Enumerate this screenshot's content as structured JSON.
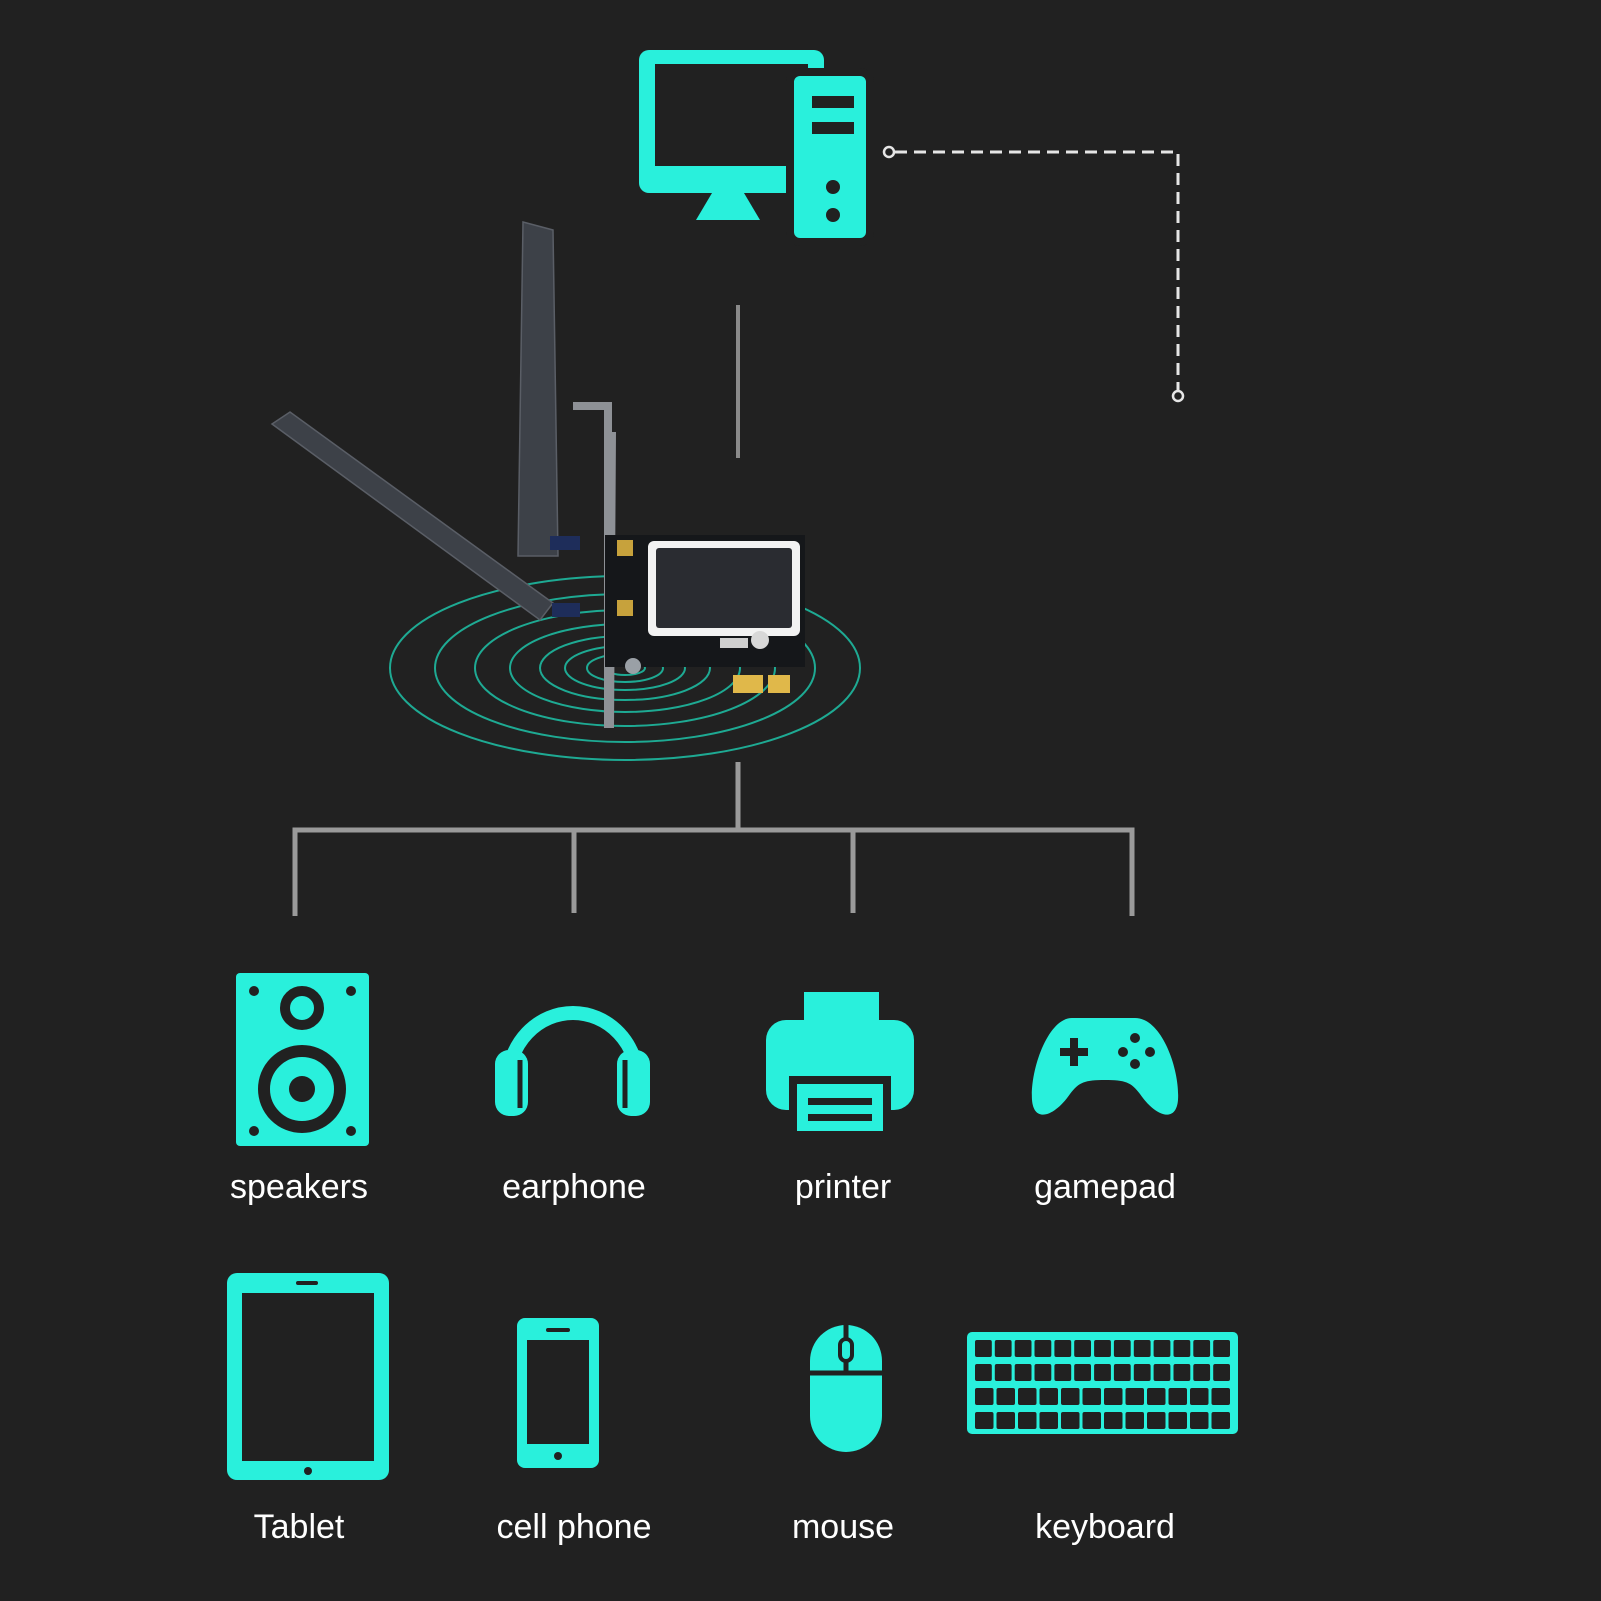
{
  "colors": {
    "background": "#212121",
    "accent": "#29f0dc",
    "connector": "#9a9a9a",
    "label": "#ffffff"
  },
  "hub": {
    "icon": "desktop-computer-icon"
  },
  "adapter": {
    "icon": "pcie-wifi-adapter-card"
  },
  "devices": [
    {
      "label": "speakers",
      "icon": "speaker-icon"
    },
    {
      "label": "earphone",
      "icon": "headphones-icon"
    },
    {
      "label": "printer",
      "icon": "printer-icon"
    },
    {
      "label": "gamepad",
      "icon": "gamepad-icon"
    },
    {
      "label": "Tablet",
      "icon": "tablet-icon"
    },
    {
      "label": "cell phone",
      "icon": "cell-phone-icon"
    },
    {
      "label": "mouse",
      "icon": "mouse-icon"
    },
    {
      "label": "keyboard",
      "icon": "keyboard-icon"
    }
  ]
}
